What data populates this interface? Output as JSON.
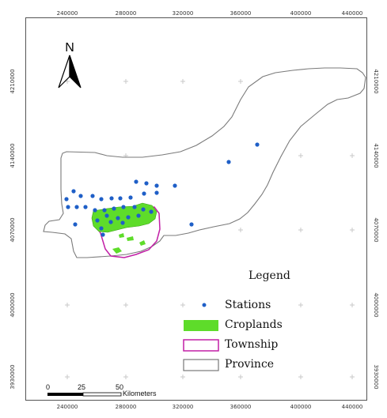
{
  "map": {
    "north_label": "N",
    "x_ticks": [
      "240000",
      "280000",
      "320000",
      "360000",
      "400000",
      "440000"
    ],
    "x_ticks_bottom": [
      "240000",
      "280000",
      "320000",
      "360000",
      "400000",
      "440000"
    ],
    "y_ticks": [
      "4210000",
      "4140000",
      "4070000",
      "4000000",
      "3930000"
    ],
    "legend": {
      "title": "Legend",
      "items": [
        {
          "label": "Stations",
          "color": "#1f5fc7",
          "symbol": "dot"
        },
        {
          "label": "Croplands",
          "color": "#5edc2a",
          "symbol": "fill"
        },
        {
          "label": "Township",
          "color": "#c21fa6",
          "symbol": "outline"
        },
        {
          "label": "Province",
          "color": "#777777",
          "symbol": "outline"
        }
      ]
    },
    "scale_bar": {
      "labels": [
        "0",
        "25",
        "50"
      ],
      "unit": "Kilometers"
    },
    "colors": {
      "province_outline": "#7a7a7a",
      "township_outline": "#c21fa6",
      "cropland": "#5edc2a",
      "station": "#1f5fc7",
      "grid_mark": "#c8c8c8"
    }
  }
}
